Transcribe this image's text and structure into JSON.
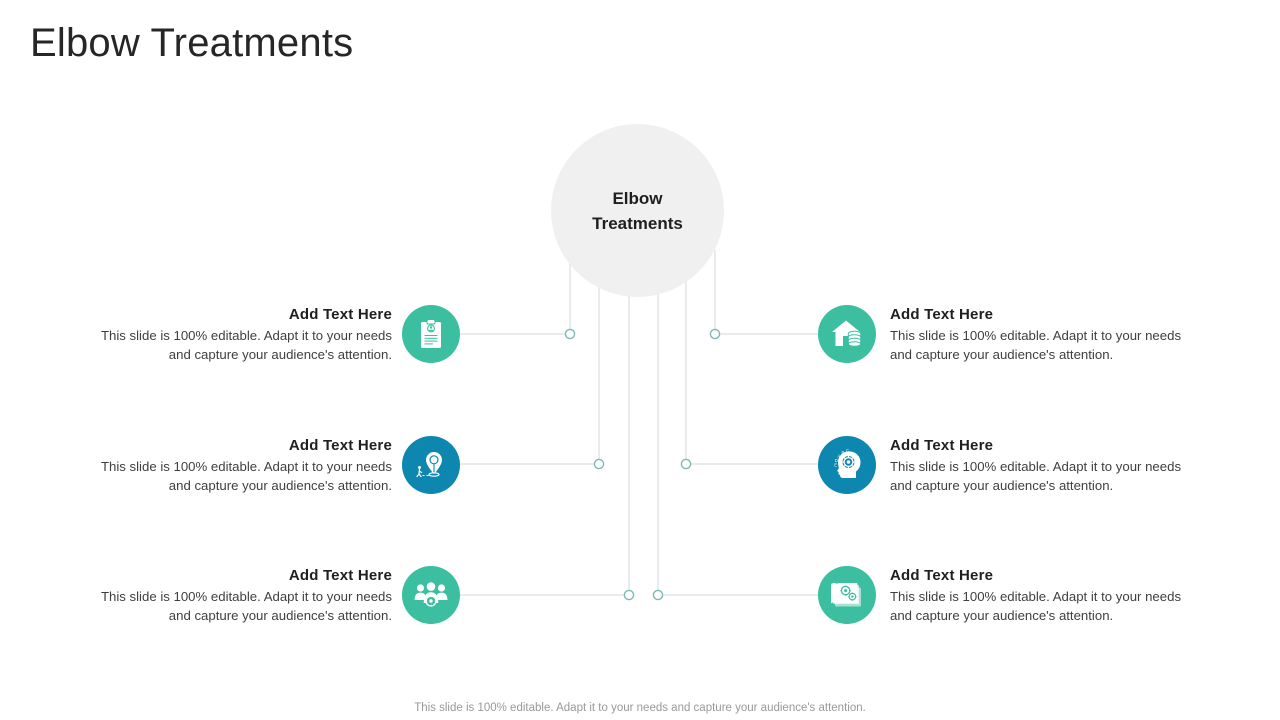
{
  "slide": {
    "title": "Elbow Treatments",
    "footer": "This slide is 100% editable. Adapt it to your needs and capture your audience's attention."
  },
  "hub": {
    "label": "Elbow\nTreatments",
    "fill": "#f0f0f0",
    "text_color": "#1f1f1f"
  },
  "theme": {
    "teal": "#3cbfa0",
    "blue": "#0e87b0",
    "connector": "#cfd6d6",
    "node_stroke": "#7fb9b6",
    "title_color": "#262626",
    "body_color": "#3f3f3f",
    "footer_color": "#999999"
  },
  "items": {
    "left": [
      {
        "heading": "Add Text Here",
        "body": "This slide is 100% editable. Adapt it to your needs and capture your audience's attention.",
        "icon": "clipboard-person-icon",
        "color": "#3cbfa0"
      },
      {
        "heading": "Add Text Here",
        "body": "This slide is 100% editable. Adapt it to your needs and capture your audience's attention.",
        "icon": "location-pin-walking-icon",
        "color": "#0e87b0"
      },
      {
        "heading": "Add Text Here",
        "body": "This slide is 100% editable. Adapt it to your needs and capture your audience's attention.",
        "icon": "team-gear-icon",
        "color": "#3cbfa0"
      }
    ],
    "right": [
      {
        "heading": "Add Text Here",
        "body": "This slide is 100% editable. Adapt it to your needs and capture your audience's attention.",
        "icon": "house-coins-icon",
        "color": "#3cbfa0"
      },
      {
        "heading": "Add Text Here",
        "body": "This slide is 100% editable. Adapt it to your needs and capture your audience's attention.",
        "icon": "head-gear-brain-icon",
        "color": "#0e87b0"
      },
      {
        "heading": "Add Text Here",
        "body": "This slide is 100% editable. Adapt it to your needs and capture your audience's attention.",
        "icon": "blueprint-gears-icon",
        "color": "#3cbfa0"
      }
    ]
  }
}
